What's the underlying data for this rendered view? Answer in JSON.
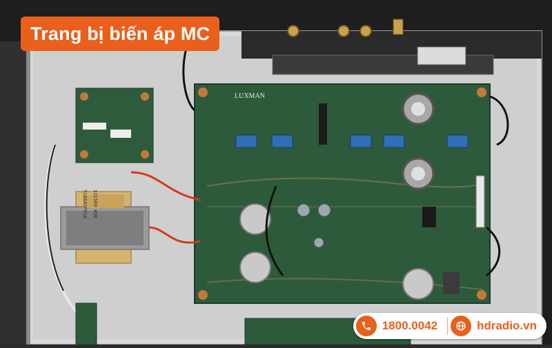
{
  "banner": {
    "title": "Trang bị biến áp MC"
  },
  "photo": {
    "pcb_brand": "LUXMAN",
    "transformer_label_1": "TL004SP01A",
    "transformer_label_2": "121509 KSK"
  },
  "contact": {
    "phone": "1800.0042",
    "website": "hdradio.vn"
  },
  "colors": {
    "accent": "#e8601c",
    "pcb_green": "#2e5a3c",
    "chassis": "#d7d7d7"
  }
}
